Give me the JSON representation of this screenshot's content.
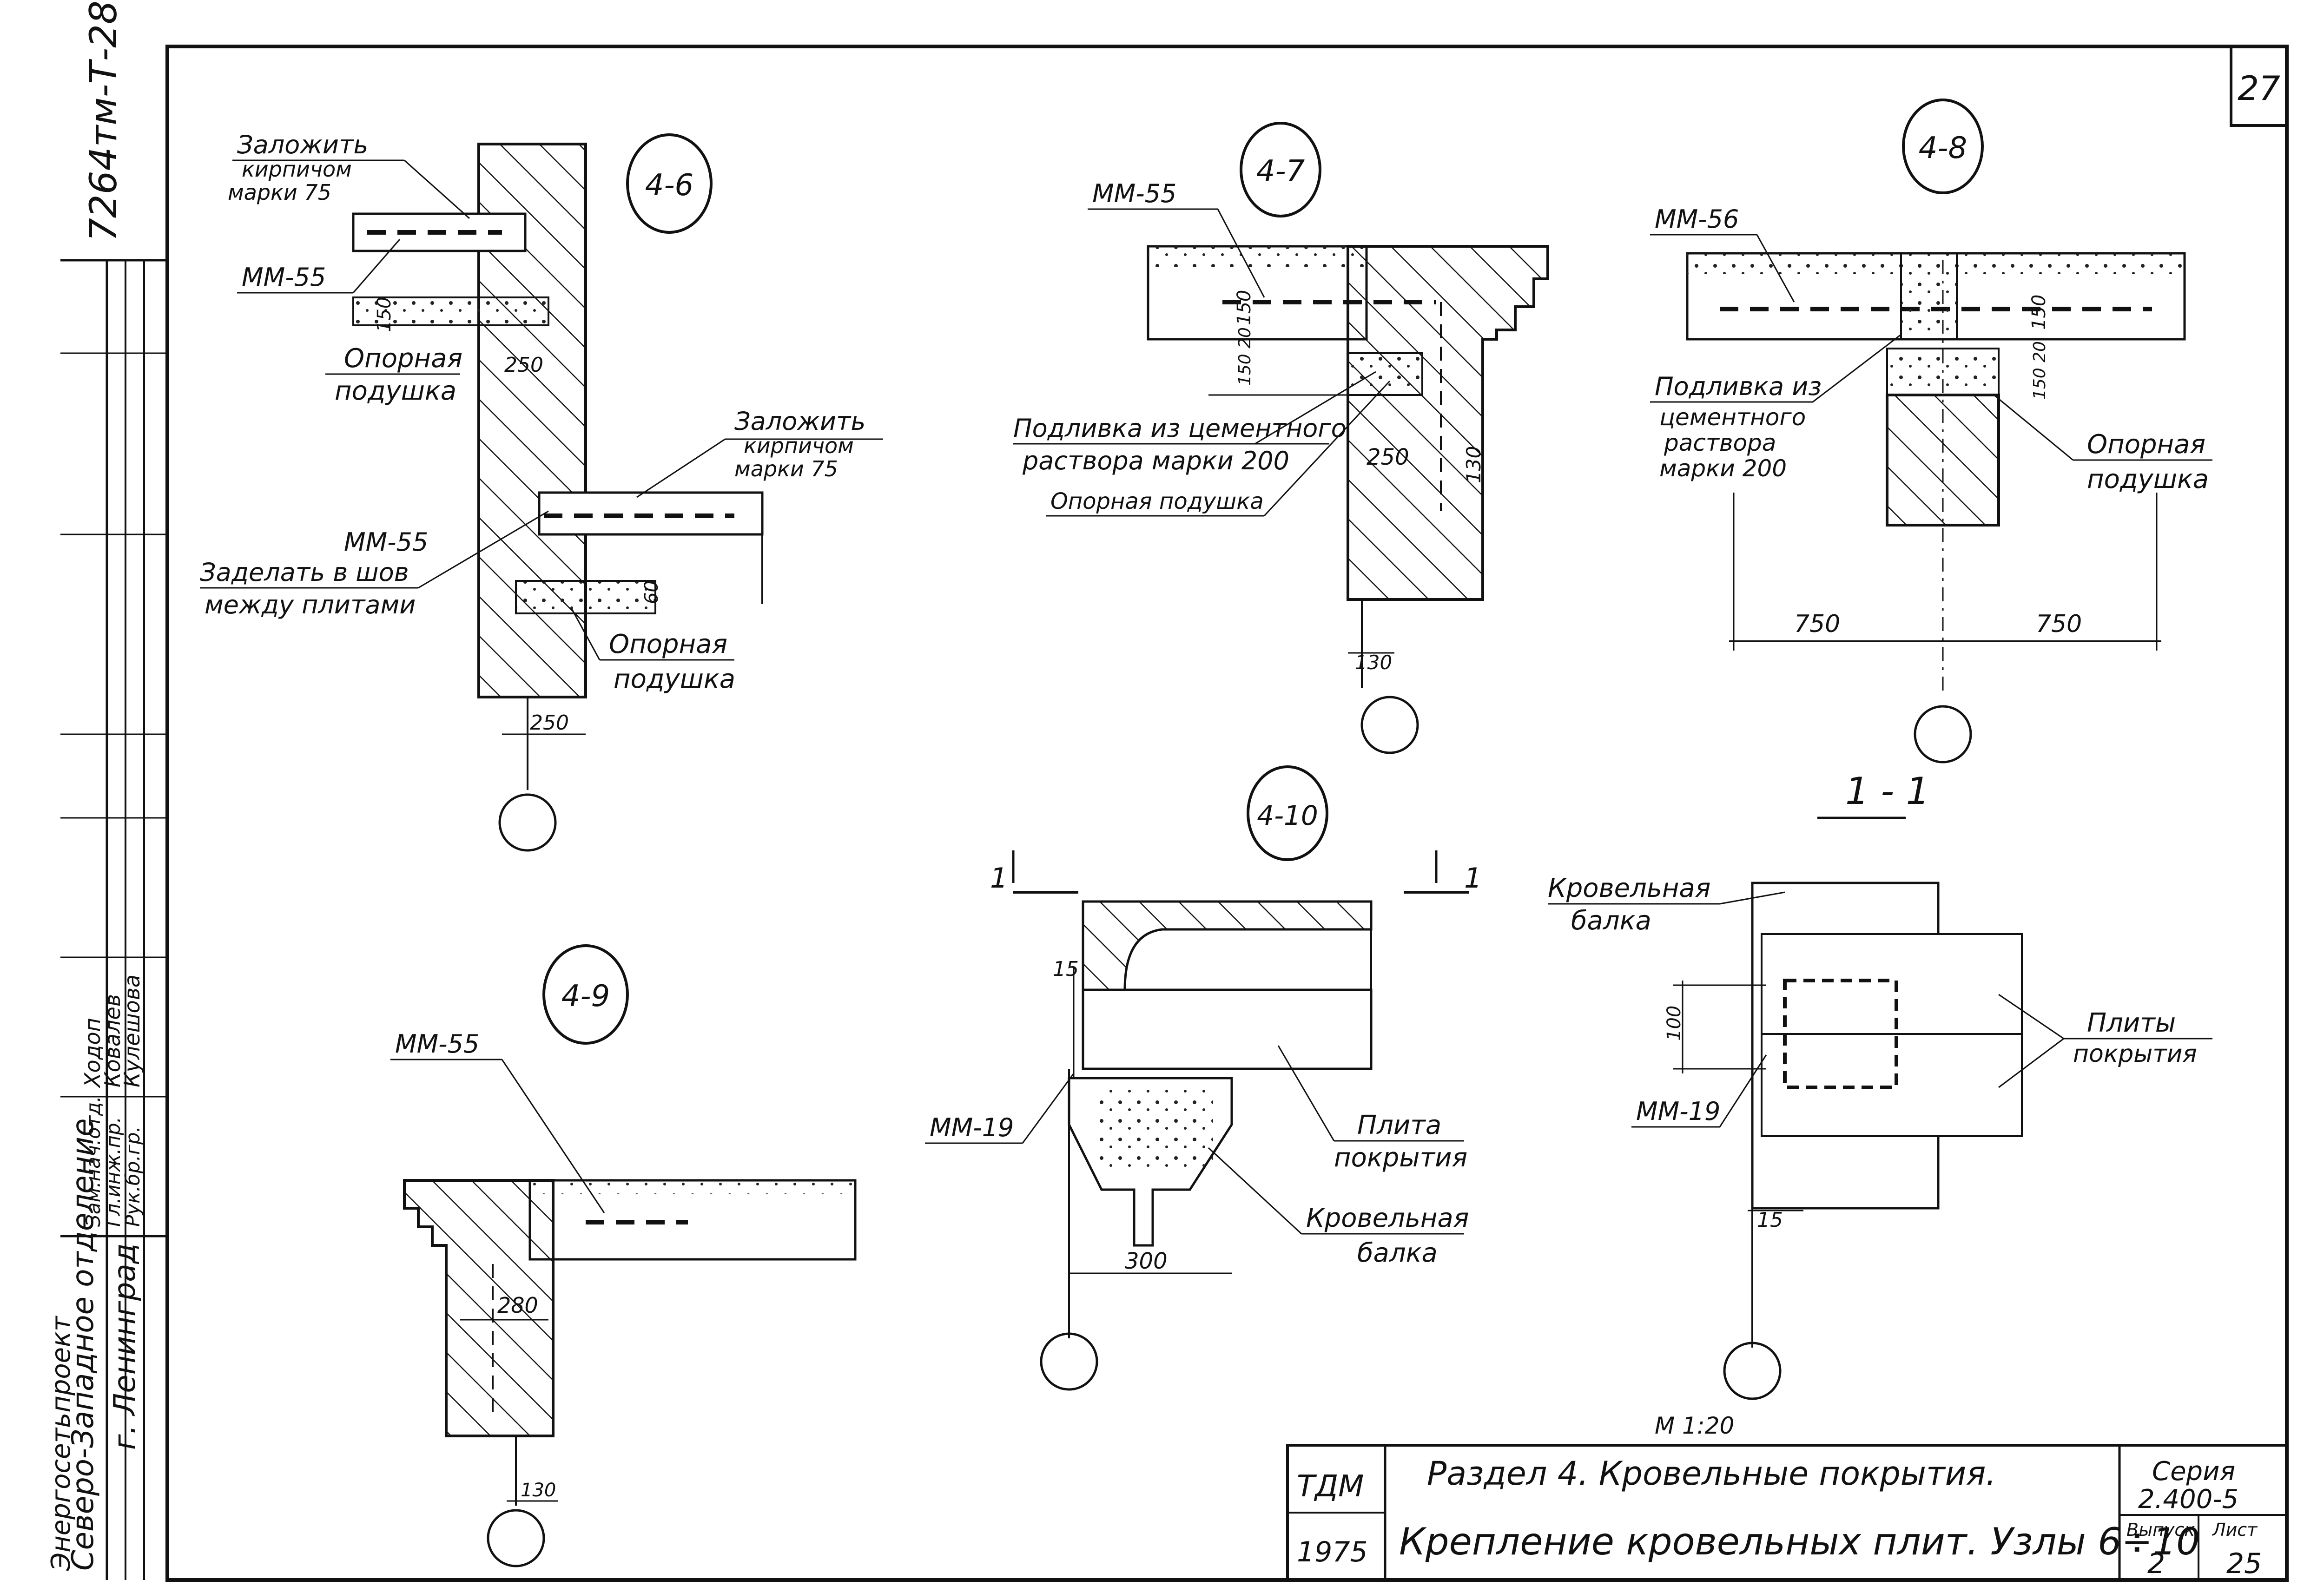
{
  "sheet": {
    "page_number": "27",
    "scale": "M 1:20"
  },
  "side_stamp": {
    "doc_code": "7264тм-Т-28",
    "org_line1": "Северо-Западное отделение",
    "org_line2": "г. Ленинград",
    "org_partial": "Энергосетьпроект",
    "roles": [
      "Зам.нач.отд.",
      "Гл.инж.пр.",
      "Рук.бр.гр."
    ],
    "names": [
      "Ходоп",
      "Ковалев",
      "Кулешова"
    ]
  },
  "nodes": {
    "n46": {
      "id": "4-6",
      "top_label": [
        "Заложить",
        "кирпичом",
        "марки 75"
      ],
      "mm_top": "ММ-55",
      "cushion_top": [
        "Опорная",
        "подушка"
      ],
      "dim_150": "150",
      "dim_250_top": "250",
      "right_label": [
        "Заложить",
        "кирпичом",
        "марки 75"
      ],
      "mm_mid": "ММ-55",
      "seam_label": [
        "Заделать в шов",
        "между плитами"
      ],
      "dim_60": "60",
      "cushion_bottom": [
        "Опорная",
        "подушка"
      ],
      "dim_250_bottom": "250"
    },
    "n47": {
      "id": "4-7",
      "mm": "ММ-55",
      "dim_150": "150",
      "dim_150_20": "150 20",
      "grout": [
        "Подливка из цементного",
        "раствора марки 200"
      ],
      "cushion": "Опорная подушка",
      "dim_250": "250",
      "dim_130_side": "130",
      "dim_130_bottom": "130"
    },
    "n48": {
      "id": "4-8",
      "mm": "ММ-56",
      "dim_150": "150",
      "dim_150_20": "150 20",
      "grout": [
        "Подливка из",
        "цементного",
        "раствора",
        "марки 200"
      ],
      "cushion": [
        "Опорная",
        "подушка"
      ],
      "dim_left": "750",
      "dim_right": "750"
    },
    "n49": {
      "id": "4-9",
      "mm": "ММ-55",
      "dim_280": "280",
      "dim_130": "130"
    },
    "n410": {
      "id": "4-10",
      "cut_left": "1",
      "cut_right": "1",
      "dim_15": "15",
      "mm": "ММ-19",
      "slab": [
        "Плита",
        "покрытия"
      ],
      "beam": [
        "Кровельная",
        "балка"
      ],
      "dim_300": "300"
    },
    "s11": {
      "id": "1 - 1",
      "beam": [
        "Кровельная",
        "балка"
      ],
      "dim_100": "100",
      "slabs": [
        "Плиты",
        "покрытия"
      ],
      "mm": "ММ-19",
      "dim_15": "15"
    }
  },
  "title_block": {
    "org": "ТДМ",
    "year": "1975",
    "line1": "Раздел 4.   Кровельные   покрытия.",
    "line2": "Крепление  кровельных  плит.  Узлы  6÷10",
    "series_label": "Серия",
    "series_value": "2.400-5",
    "issue_label": "Выпуск",
    "issue_value": "2",
    "sheet_label": "Лист",
    "sheet_value": "25"
  }
}
